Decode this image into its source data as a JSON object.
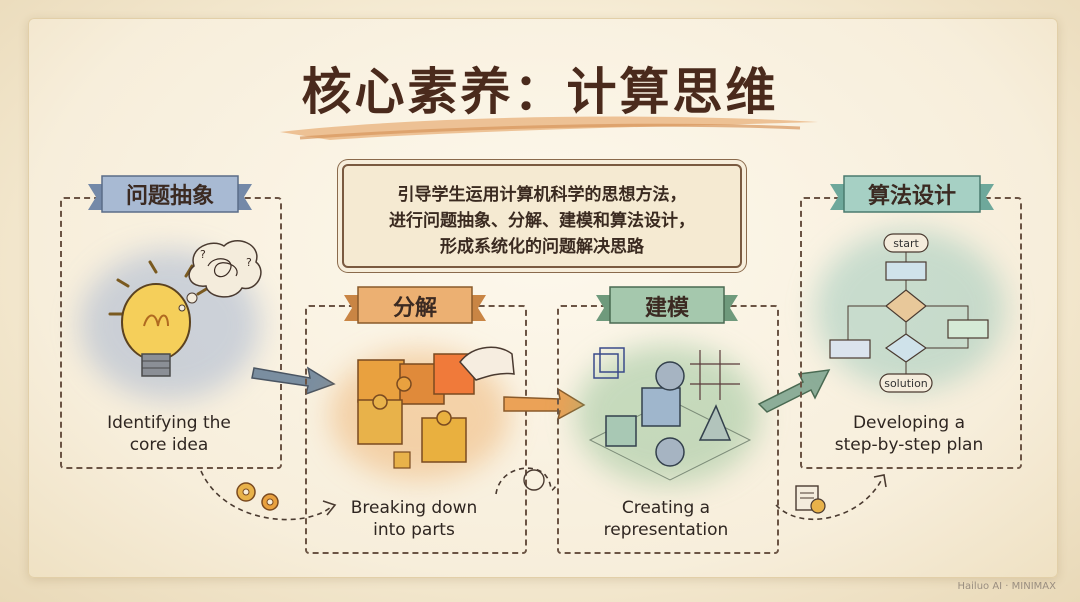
{
  "title": "核心素养：计算思维",
  "intro": {
    "line1": "引导学生运用计算机科学的思想方法，",
    "line2": "进行问题抽象、分解、建模和算法设计，",
    "line3": "形成系统化的问题解决思路"
  },
  "steps": [
    {
      "label": "问题抽象",
      "caption_line1": "Identifying the",
      "caption_line2": "core idea",
      "accent": "#8fa6c2"
    },
    {
      "label": "分解",
      "caption_line1": "Breaking down",
      "caption_line2": "into parts",
      "accent": "#e0a35c"
    },
    {
      "label": "建模",
      "caption_line1": "Creating a",
      "caption_line2": "representation",
      "accent": "#8fb59a"
    },
    {
      "label": "算法设计",
      "caption_line1": "Developing a",
      "caption_line2": "step-by-step plan",
      "accent": "#8ebfb3"
    }
  ],
  "flowchart": {
    "start": "start",
    "end": "solution"
  },
  "icons": {
    "step1": "lightbulb-icon",
    "step2": "puzzle-icon",
    "step3": "3d-model-icon",
    "step4": "flowchart-icon",
    "gears": "gears-icon",
    "document": "document-icon"
  },
  "watermark": {
    "left": "Hailuo AI",
    "right": "MINIMAX"
  }
}
